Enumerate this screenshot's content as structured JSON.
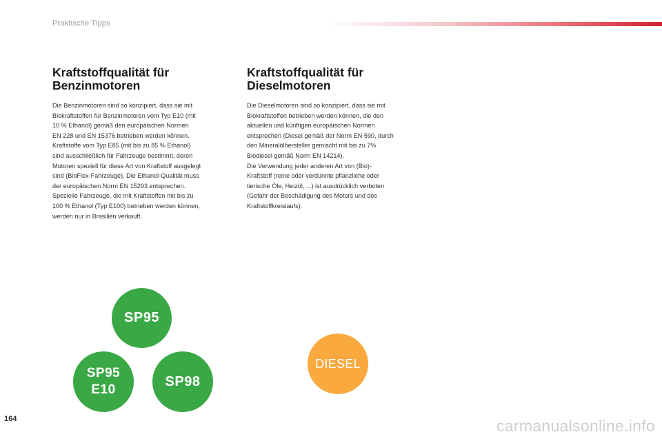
{
  "header": {
    "section_title": "Praktische Tipps",
    "bar_color": "#d2212f"
  },
  "petrol": {
    "heading_line1": "Kraftstoffqualität für",
    "heading_line2": "Benzinmotoren",
    "lines": [
      "Die Benzinmotoren sind so konzipiert, dass sie mit",
      "Biokraftstoffen für Benzinmotoren vom Typ E10 (mit",
      "10 % Ethanol) gemäß den europäischen Normen",
      "EN 228 und EN 15376 betrieben werden können.",
      "Kraftstoffe vom Typ E85 (mit bis zu 85 % Ethanol)",
      "sind ausschließlich für Fahrzeuge bestimmt, deren",
      "Motoren speziell für diese Art von Kraftstoff ausgelegt",
      "sind (BioFlex-Fahrzeuge). Die Ethanol-Qualität muss",
      "der europäischen Norm EN 15293 entsprechen.",
      "Spezielle Fahrzeuge, die mit Kraftstoffen mit bis zu",
      "100 % Ethanol (Typ E100) betrieben werden können,",
      "werden nur in Brasilien verkauft."
    ]
  },
  "diesel": {
    "heading_line1": "Kraftstoffqualität für",
    "heading_line2": "Dieselmotoren",
    "lines": [
      "Die Dieselmotoren sind so konzipiert, dass sie mit",
      "Biokraftstoffen betrieben werden können, die den",
      "aktuellen und künftigen europäischen Normen",
      "entsprechen (Diesel gemäß der Norm EN 590, durch",
      "den Mineralölhersteller gemischt mit bis zu 7%",
      "Biodiesel gemäß Norm EN 14214).",
      "Die Verwendung jeder anderen Art von (Bio)-",
      "Kraftstoff (reine oder verdünnte pflanzliche oder",
      "tierische Öle, Heizöl, ...) ist ausdrücklich verboten",
      "(Gefahr der Beschädigung des Motors und des",
      "Kraftstoffkreislaufs)."
    ]
  },
  "badges": {
    "sp95": "SP95",
    "sp95e10_line1": "SP95",
    "sp95e10_line2": "E10",
    "sp98": "SP98",
    "diesel": "DIESEL",
    "green_color": "#3aa845",
    "orange_color": "#f9a93e"
  },
  "footer": {
    "page_number": "164",
    "watermark": "carmanualsonline.info"
  }
}
